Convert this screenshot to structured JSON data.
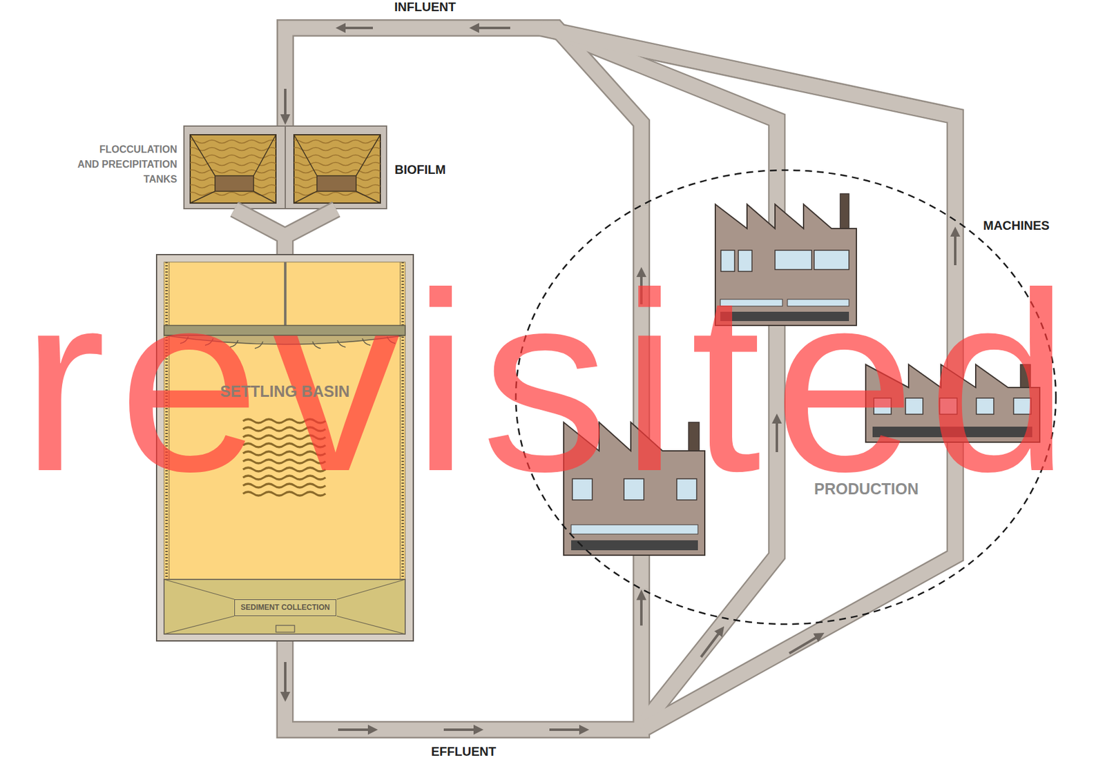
{
  "diagram": {
    "nodes": [
      {
        "text": [
          "FLOCCULATION AND PRECIPITATION TANKS",
          "BIOFILM"
        ]
      },
      {
        "text": [
          "SETTLING BASIN"
        ]
      },
      {
        "text": [
          "SEDIMENT COLLECTION"
        ],
        "in": 1
      },
      {
        "text": [
          "PRODUCTION"
        ]
      }
    ],
    "edges": [
      {
        "from": 0,
        "to": 1,
        "arrow": "none"
      },
      {
        "from": 1,
        "to": 3,
        "label": "EFFLUENT",
        "arrow": "to"
      },
      {
        "from": 3,
        "to": 0,
        "label": "INFLUENT",
        "arrow": "to"
      }
    ],
    "labels": [
      "MACHINES",
      "revisited"
    ]
  }
}
